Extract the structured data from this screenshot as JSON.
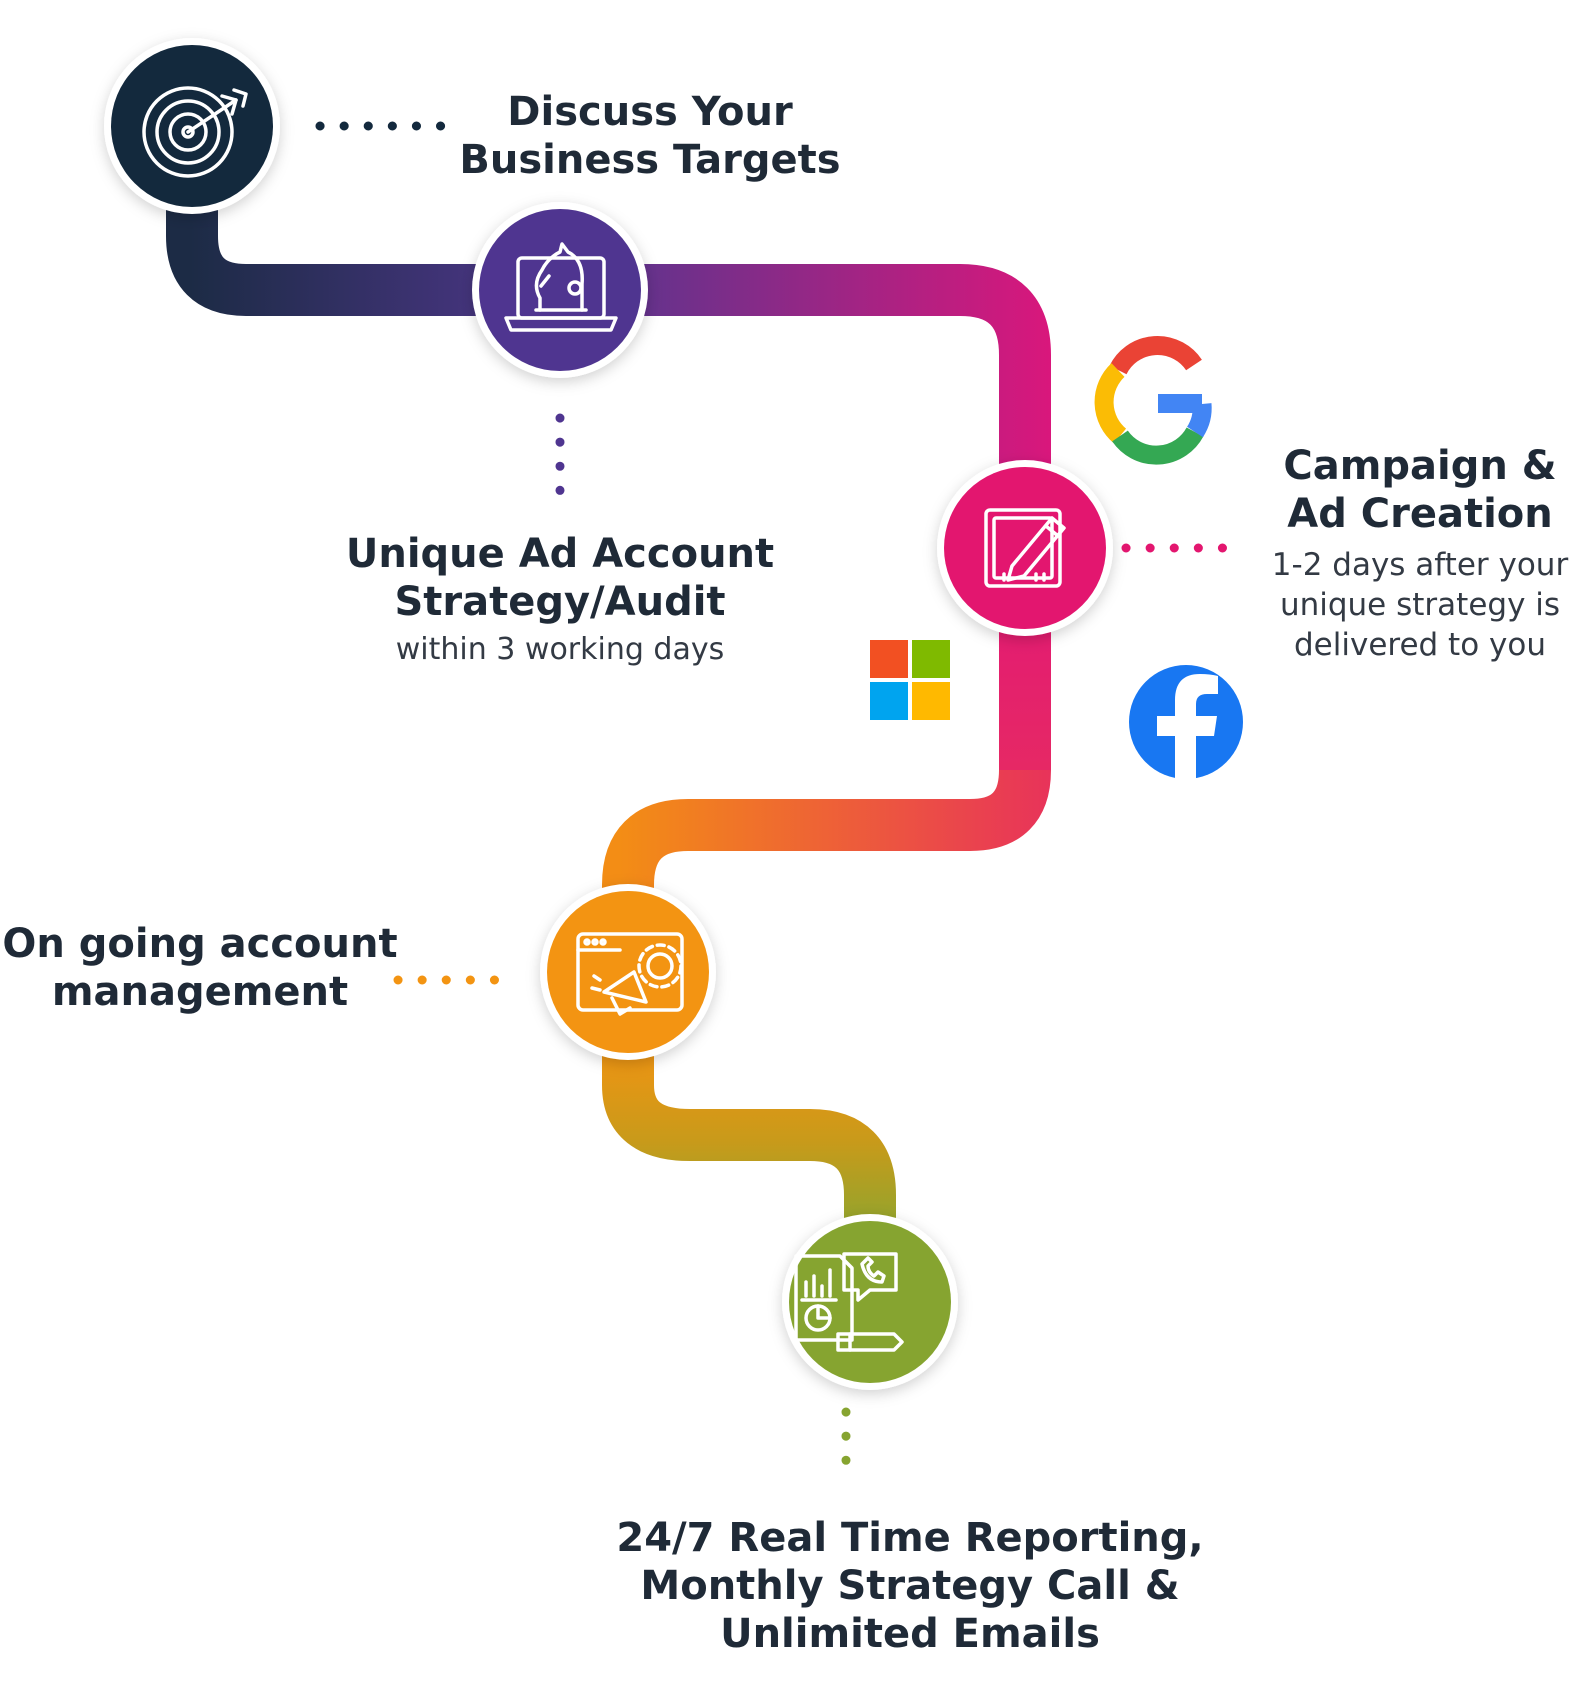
{
  "steps": [
    {
      "id": "step1",
      "title_lines": [
        "Discuss Your",
        "Business Targets"
      ],
      "icon": "target-icon",
      "color": "#13293d"
    },
    {
      "id": "step2",
      "title_lines": [
        "Unique Ad Account",
        "Strategy/Audit"
      ],
      "subtitle": "within 3 working days",
      "icon": "laptop-chess-knight-icon",
      "color": "#4f3590"
    },
    {
      "id": "step3",
      "title_lines": [
        "Campaign &",
        "Ad Creation"
      ],
      "subtitle_lines": [
        "1-2 days after your",
        "unique strategy is",
        "delivered to you"
      ],
      "icon": "edit-document-icon",
      "color": "#e3166f"
    },
    {
      "id": "step4",
      "title_lines": [
        "On going account",
        "management"
      ],
      "icon": "browser-megaphone-gear-icon",
      "color": "#f39412"
    },
    {
      "id": "step5",
      "title_lines": [
        "24/7 Real Time Reporting,",
        "Monthly Strategy Call &",
        "Unlimited Emails"
      ],
      "icon": "report-chat-icon",
      "color": "#86a430"
    }
  ],
  "platforms": [
    "google-logo",
    "microsoft-logo",
    "facebook-logo"
  ],
  "colors": {
    "path_start": "#1c2b45",
    "path_purple": "#52378f",
    "path_magenta": "#d9177c",
    "path_pink": "#e8335a",
    "path_orange": "#f38d15",
    "path_green": "#8aa630",
    "google_blue": "#4285F4",
    "google_red": "#EA4335",
    "google_yellow": "#FBBC05",
    "google_green": "#34A853",
    "ms_red": "#F25022",
    "ms_green": "#7FBA00",
    "ms_blue": "#00A4EF",
    "ms_yellow": "#FFB900",
    "facebook_blue": "#1877F2"
  }
}
